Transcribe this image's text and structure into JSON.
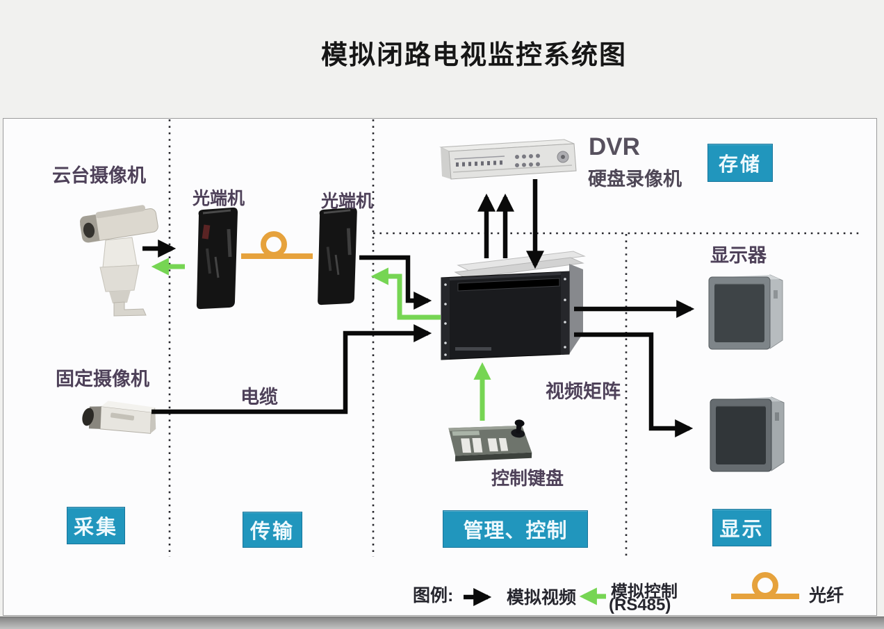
{
  "title": "模拟闭路电视监控系统图",
  "devices": {
    "ptz_camera": "云台摄像机",
    "fixed_camera": "固定摄像机",
    "optical_transceiver_left": "光端机",
    "optical_transceiver_right": "光端机",
    "dvr_name": "DVR",
    "dvr_subtitle": "硬盘录像机",
    "cable": "电缆",
    "video_matrix": "视频矩阵",
    "control_keyboard": "控制键盘",
    "monitor": "显示器"
  },
  "zones": {
    "storage": "存储",
    "collection": "采集",
    "transmission": "传输",
    "management_control": "管理、控制",
    "display": "显示"
  },
  "legend": {
    "heading": "图例:",
    "analog_video": "模拟视频",
    "analog_control": "模拟控制",
    "analog_control_note": "(RS485)",
    "fiber": "光纤"
  },
  "colors": {
    "zone_box": "#2196bd",
    "analog_video": "#0a0a0a",
    "analog_control": "#76d553",
    "fiber": "#e6a23c"
  }
}
